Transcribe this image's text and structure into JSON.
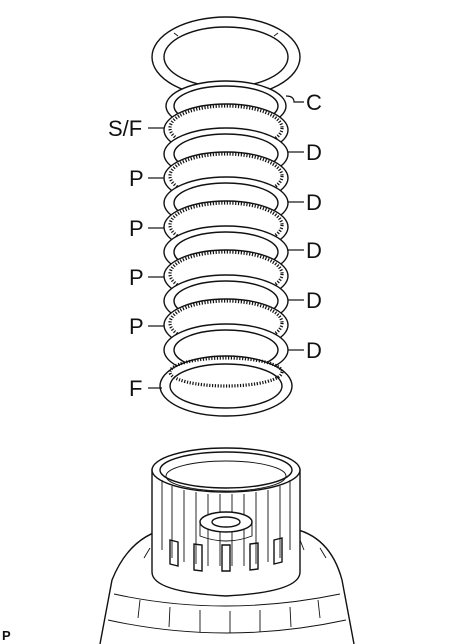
{
  "labels": {
    "c": "C",
    "sf": "S/F",
    "d": "D",
    "p": "P",
    "f": "F",
    "corner": "P"
  }
}
